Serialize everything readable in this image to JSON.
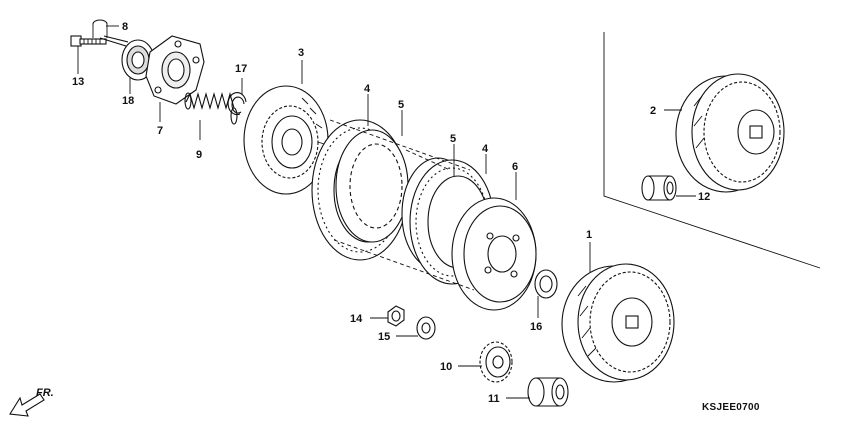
{
  "diagram_code": "KSJEE0700",
  "front_indicator": "FR.",
  "callouts": [
    {
      "id": "c1",
      "text": "1"
    },
    {
      "id": "c2",
      "text": "2"
    },
    {
      "id": "c3",
      "text": "3"
    },
    {
      "id": "c4a",
      "text": "4"
    },
    {
      "id": "c4b",
      "text": "4"
    },
    {
      "id": "c5a",
      "text": "5"
    },
    {
      "id": "c5b",
      "text": "5"
    },
    {
      "id": "c6",
      "text": "6"
    },
    {
      "id": "c7",
      "text": "7"
    },
    {
      "id": "c8",
      "text": "8"
    },
    {
      "id": "c9",
      "text": "9"
    },
    {
      "id": "c10",
      "text": "10"
    },
    {
      "id": "c11",
      "text": "11"
    },
    {
      "id": "c12",
      "text": "12"
    },
    {
      "id": "c13",
      "text": "13"
    },
    {
      "id": "c14",
      "text": "14"
    },
    {
      "id": "c15",
      "text": "15"
    },
    {
      "id": "c16",
      "text": "16"
    },
    {
      "id": "c17",
      "text": "17"
    },
    {
      "id": "c18",
      "text": "18"
    }
  ]
}
